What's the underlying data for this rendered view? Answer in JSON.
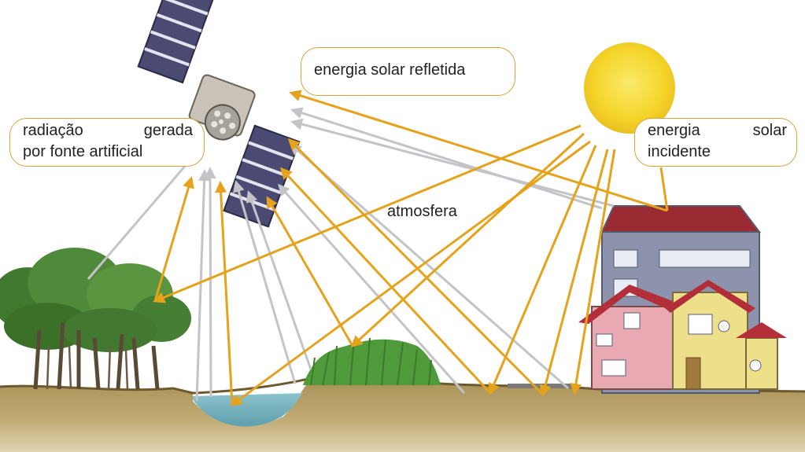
{
  "labels": {
    "reflected": "energia solar refletida",
    "artificial": {
      "line1_left": "radiação",
      "line1_right": "gerada",
      "line2": "por fonte artificial"
    },
    "incident": {
      "line1_left": "energia",
      "line1_right": "solar",
      "line2": "incidente"
    },
    "atmosphere": "atmosfera"
  },
  "colors": {
    "solar_ray": "#e5a21b",
    "emitted_ray": "#c4c4c8",
    "sun": "#f5d52a",
    "box_border": "#d9a13a",
    "ground": "#b8a266",
    "water": "#7fb8c4",
    "vegetation": "#4f8a3a"
  },
  "icons": {
    "satellite": "satellite-icon",
    "sun": "sun-icon",
    "trees": "tree-icon",
    "grass": "grass-icon",
    "building": "building-icon",
    "house": "house-icon",
    "water": "water-icon"
  }
}
